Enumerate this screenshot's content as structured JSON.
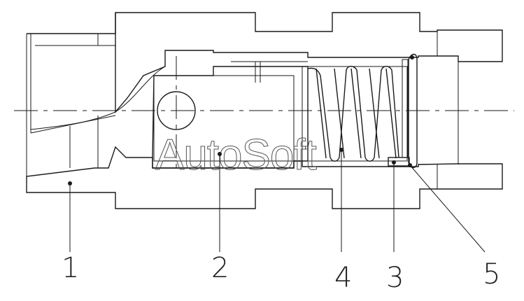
{
  "callouts": [
    {
      "label": "1"
    },
    {
      "label": "2"
    },
    {
      "label": "4"
    },
    {
      "label": "3"
    },
    {
      "label": "5"
    }
  ],
  "watermark": "AutoSoft"
}
